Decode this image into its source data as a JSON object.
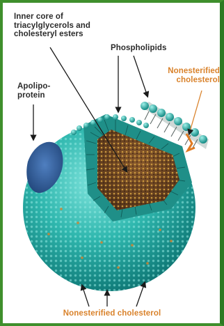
{
  "labels": {
    "inner_core": "Inner core of triacylglycerols and cholesteryl esters",
    "phospholipids": "Phospholipids",
    "nonesterified_top": "Nonesterified cholesterol",
    "apoprotein": "Apolipo- protein",
    "nonesterified_bottom": "Nonesterified cholesterol"
  },
  "colors": {
    "frame": "#3f8f2c",
    "teal_surface": "#28b2ab",
    "core_brown": "#6b4423",
    "cholesterol_orange": "#d9822b",
    "apoprotein_blue": "#2f5f9e"
  }
}
